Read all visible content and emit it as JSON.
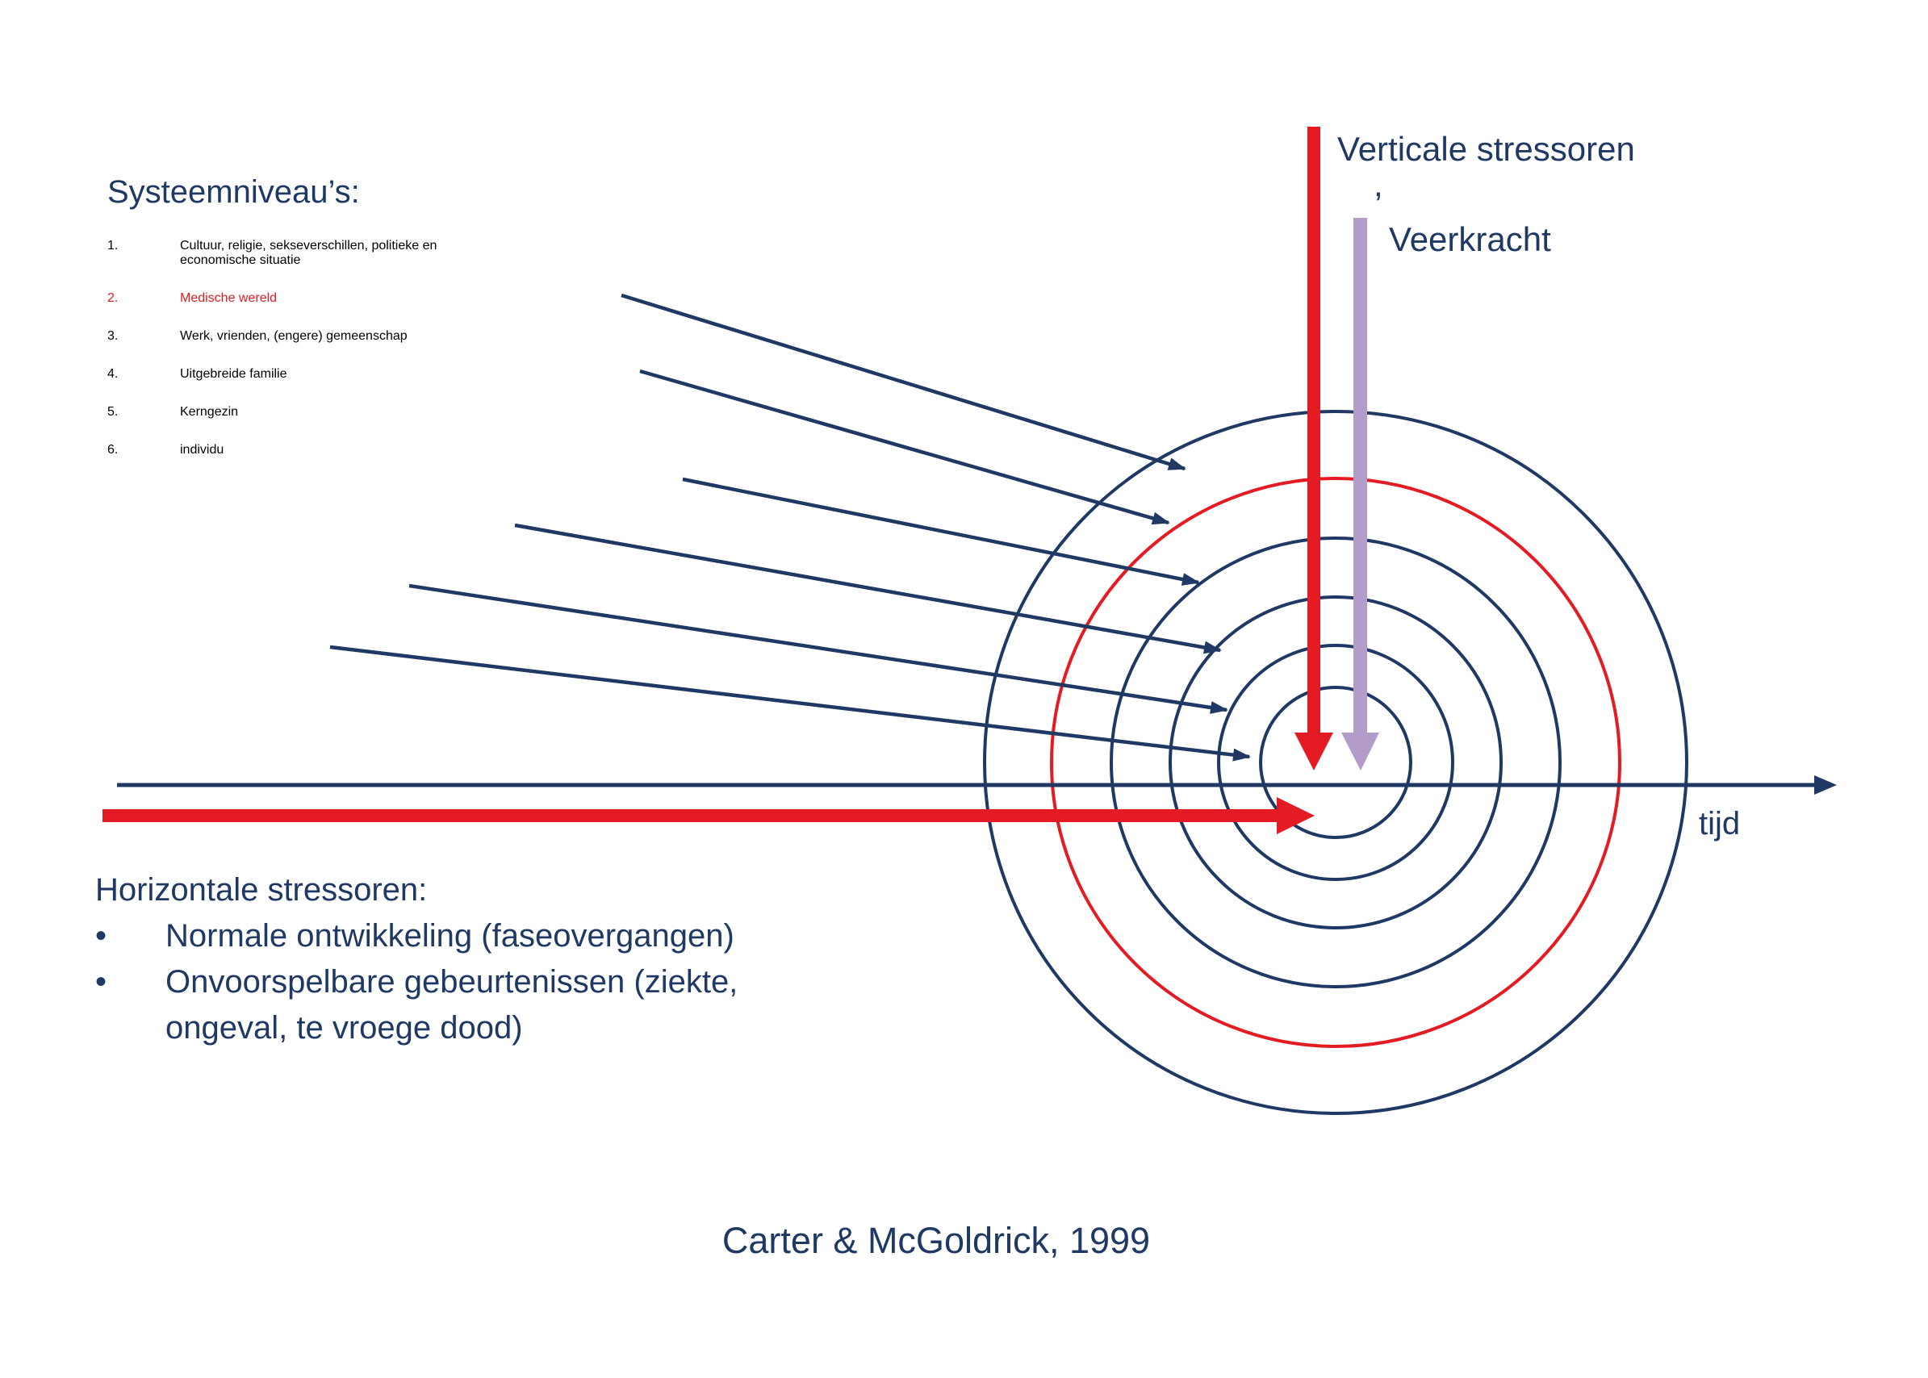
{
  "colors": {
    "navy": "#1f3864",
    "red": "#e41b23",
    "purple": "#b49cca"
  },
  "system_levels": {
    "heading": "Systeemniveau’s:",
    "items": [
      {
        "num": "1.",
        "line1": "Cultuur, religie, sekseverschillen, politieke en",
        "line2": "economische situatie"
      },
      {
        "num": "2.",
        "line1": "Medische wereld"
      },
      {
        "num": "3.",
        "line1": "Werk, vrienden, (engere) gemeenschap"
      },
      {
        "num": "4.",
        "line1": "Uitgebreide familie"
      },
      {
        "num": "5.",
        "line1": "Kerngezin"
      },
      {
        "num": "6.",
        "line1": "individu"
      }
    ]
  },
  "vertical_stressors": {
    "label": "Verticale stressoren",
    "comma": ",",
    "resilience_label": "Veerkracht"
  },
  "horizontal_stressors": {
    "heading": "Horizontale stressoren:",
    "bullets": [
      {
        "marker": "•",
        "text": "Normale ontwikkeling (faseovergangen)"
      },
      {
        "marker": "•",
        "text": "Onvoorspelbare gebeurtenissen (ziekte,"
      },
      {
        "marker": "",
        "text": "ongeval, te vroege dood)"
      }
    ]
  },
  "time_axis_label": "tijd",
  "citation": "Carter & McGoldrick, 1999"
}
